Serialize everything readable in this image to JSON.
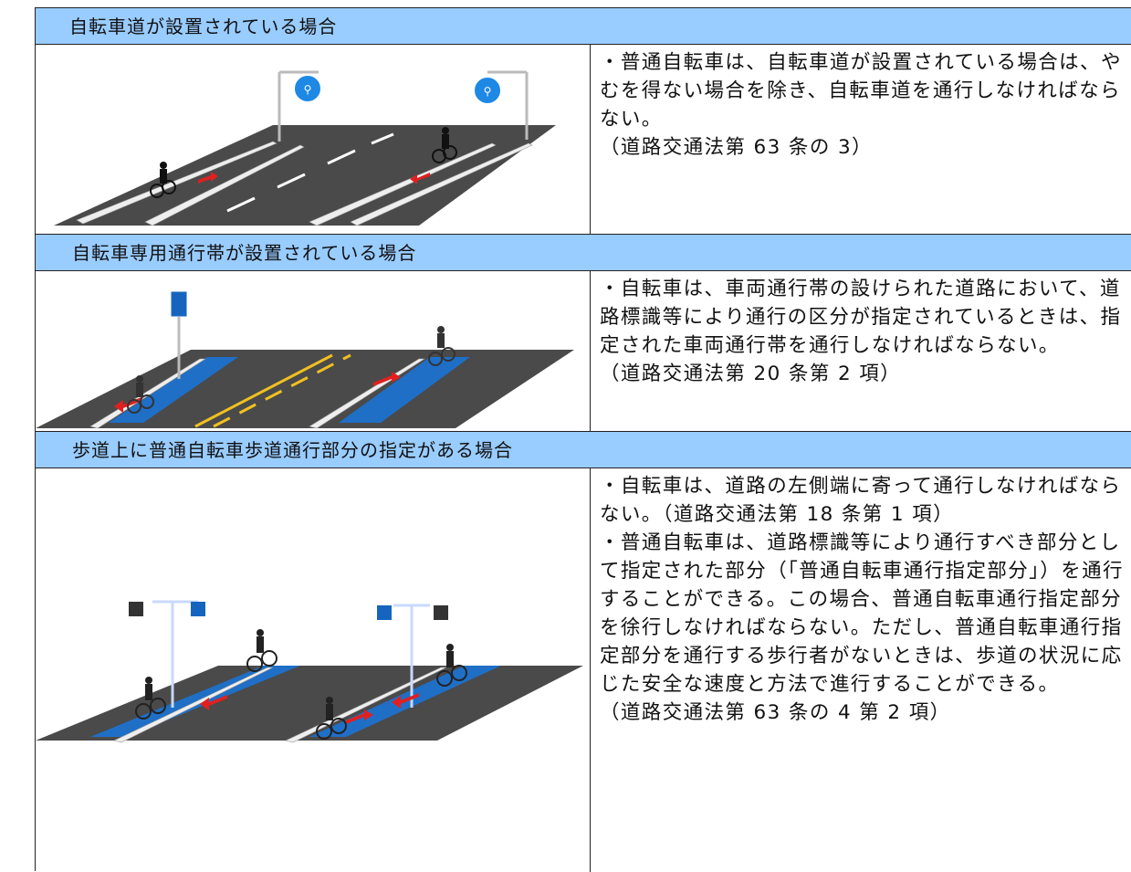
{
  "sections": [
    {
      "heading": "自転車道が設置されている場合",
      "body": [
        "・普通自転車は、自転車道が設置されている場合は、やむを得ない場合を除き、自転車道を通行しなければならない。",
        "（道路交通法第 63 条の 3）"
      ]
    },
    {
      "heading": "自転車専用通行帯が設置されている場合",
      "body": [
        "・自転車は、車両通行帯の設けられた道路において、道路標識等により通行の区分が指定されているときは、指定された車両通行帯を通行しなければならない。",
        "（道路交通法第 20 条第 2 項）"
      ]
    },
    {
      "heading": "歩道上に普通自転車歩道通行部分の指定がある場合",
      "body": [
        "・自転車は、道路の左側端に寄って通行しなければならない。（道路交通法第 18 条第 1 項）",
        "・普通自転車は、道路標識等により通行すべき部分として指定された部分（「普通自転車通行指定部分」）を通行することができる。この場合、普通自転車通行指定部分を徐行しなければならない。ただし、普通自転車通行指定部分を通行する歩行者がないときは、歩道の状況に応じた安全な速度と方法で進行することができる。",
        "（道路交通法第 63 条の 4 第 2 項）"
      ]
    }
  ],
  "colors": {
    "header_bg": "#99ccff",
    "road": "#4a4a4a",
    "bike_lane": "#1f6fc6",
    "sign_blue": "#1565c0",
    "arrow_red": "#e02020",
    "centerline": "#f0c020"
  },
  "illustrations": [
    {
      "icon": "bicycle-path-illustration"
    },
    {
      "icon": "bicycle-lane-illustration"
    },
    {
      "icon": "sidewalk-bicycle-zone-illustration"
    }
  ]
}
